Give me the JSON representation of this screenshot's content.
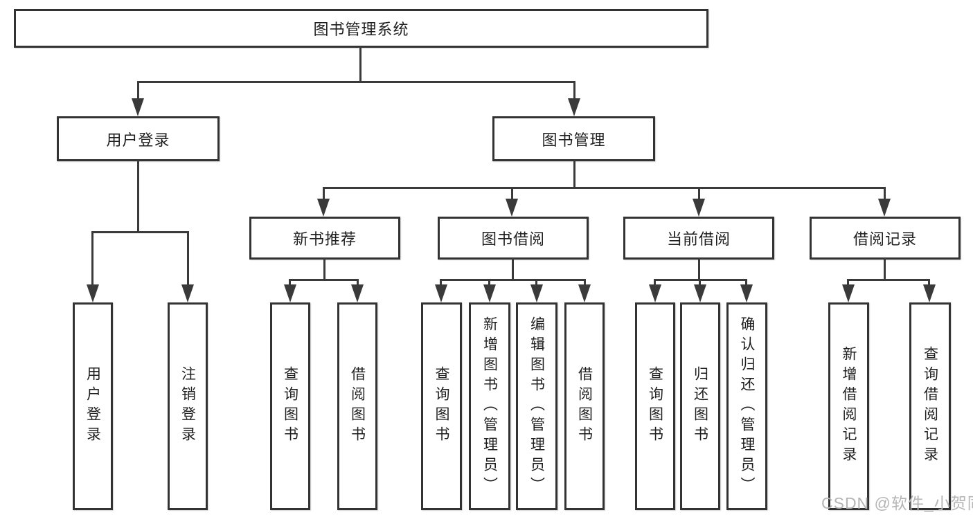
{
  "tree": {
    "root": {
      "label": "图书管理系统"
    },
    "user": {
      "label": "用户登录",
      "children": [
        {
          "label": "用户登录"
        },
        {
          "label": "注销登录"
        }
      ]
    },
    "book": {
      "label": "图书管理",
      "groups": [
        {
          "label": "新书推荐",
          "children": [
            {
              "label": "查询图书"
            },
            {
              "label": "借阅图书"
            }
          ]
        },
        {
          "label": "图书借阅",
          "children": [
            {
              "label": "查询图书"
            },
            {
              "label": "新增图书（管理员）"
            },
            {
              "label": "编辑图书（管理员）"
            },
            {
              "label": "借阅图书"
            }
          ]
        },
        {
          "label": "当前借阅",
          "children": [
            {
              "label": "查询图书"
            },
            {
              "label": "归还图书"
            },
            {
              "label": "确认归还（管理员）"
            }
          ]
        },
        {
          "label": "借阅记录",
          "children": [
            {
              "label": "新增借阅记录"
            },
            {
              "label": "查询借阅记录"
            }
          ]
        }
      ]
    }
  },
  "watermark": {
    "text": "CSDN @软件_小贺同学"
  },
  "colors": {
    "line": "#3a3a3a",
    "box_border": "#333333",
    "text": "#1f1f1f",
    "watermark": "#b5b5b5",
    "background": "#ffffff"
  }
}
